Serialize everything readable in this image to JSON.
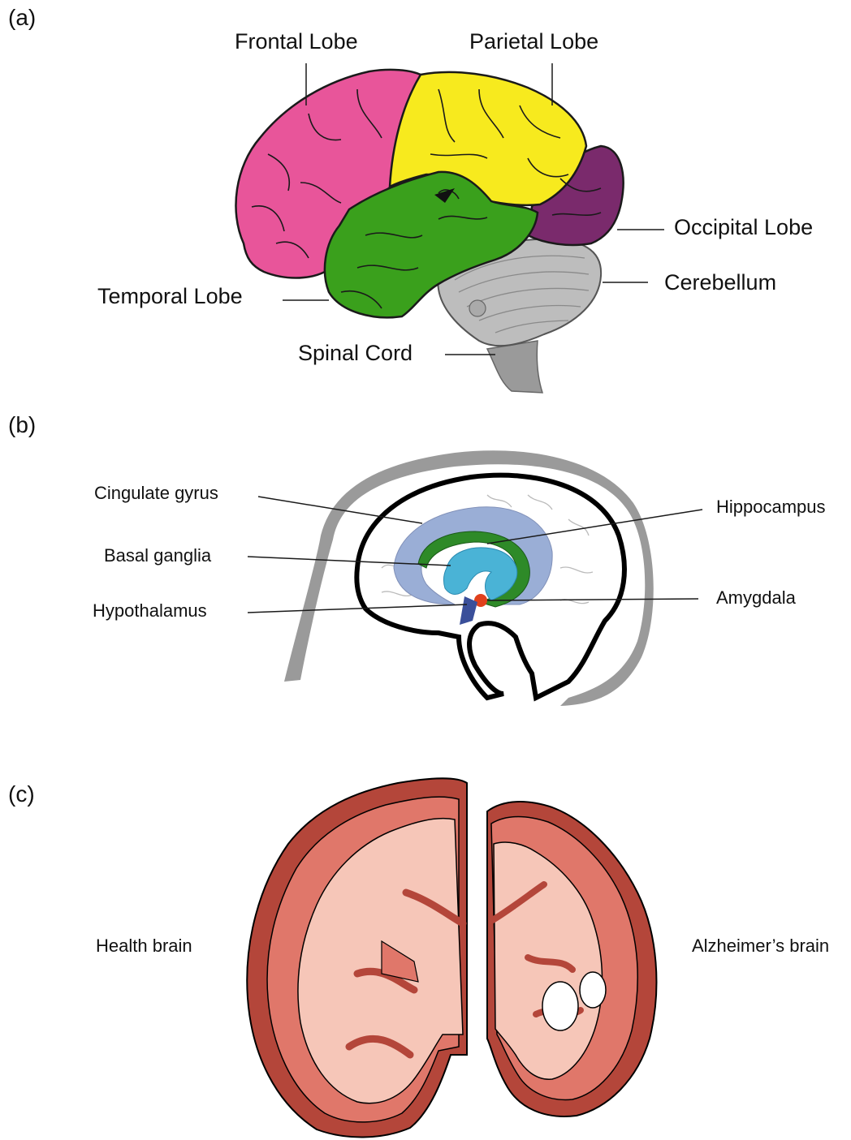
{
  "panels": {
    "a": {
      "tag": "(a)",
      "labels": {
        "frontal": "Frontal Lobe",
        "parietal": "Parietal Lobe",
        "occipital": "Occipital Lobe",
        "cerebellum": "Cerebellum",
        "temporal": "Temporal Lobe",
        "spinal": "Spinal Cord"
      },
      "colors": {
        "frontal": "#e8559a",
        "parietal": "#f7ea1e",
        "temporal": "#3aa01c",
        "occipital": "#7a2a6c",
        "cerebellum": "#b8b8b8",
        "spinal": "#9a9a9a"
      }
    },
    "b": {
      "tag": "(b)",
      "labels": {
        "cingulate": "Cingulate gyrus",
        "basal": "Basal ganglia",
        "hypothalamus": "Hypothalamus",
        "hippocampus": "Hippocampus",
        "amygdala": "Amygdala"
      },
      "colors": {
        "cingulate": "#9aaed6",
        "basal": "#4ab3d6",
        "hippocampus": "#2e8a28",
        "amygdala": "#e0401c",
        "hypothalamus": "#3a4f9a",
        "skull": "#9a9a9a"
      }
    },
    "c": {
      "tag": "(c)",
      "labels": {
        "healthy": "Health brain",
        "alzheimers": "Alzheimer’s brain"
      },
      "colors": {
        "cortex_outer": "#b4463a",
        "cortex": "#e0776a",
        "white_matter": "#f6c6b8"
      }
    }
  }
}
